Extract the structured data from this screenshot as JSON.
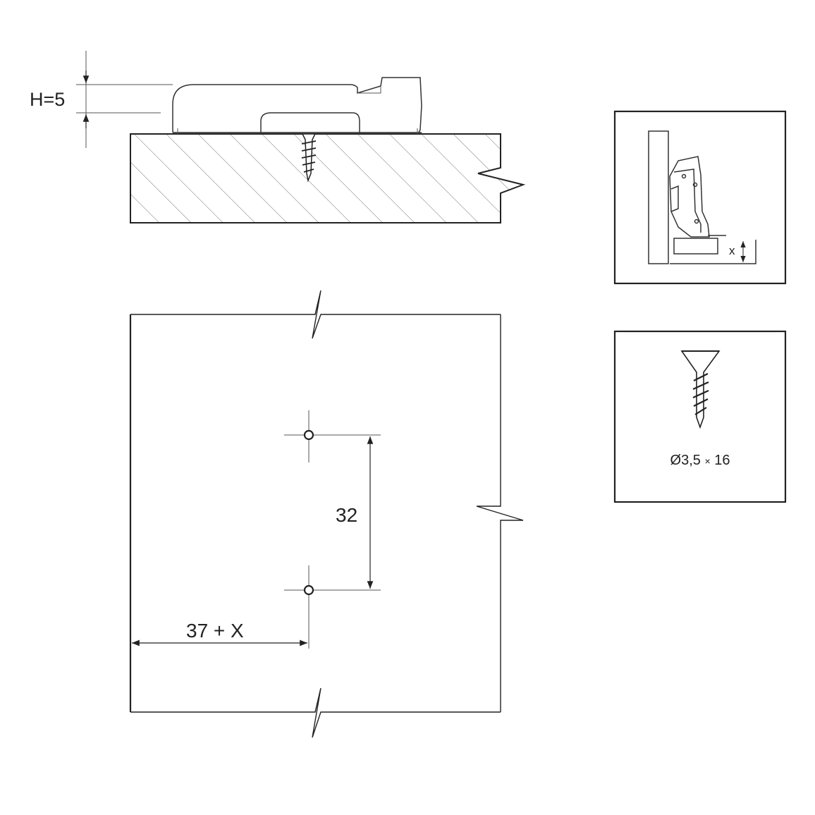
{
  "labels": {
    "height_dim": "H=5",
    "spacing_dim": "32",
    "offset_dim": "37 + X",
    "inset_x": "x",
    "screw_spec_diameter": "Ø3,5",
    "screw_spec_sep": "×",
    "screw_spec_length": "16"
  },
  "colors": {
    "line": "#222222",
    "background": "#ffffff"
  }
}
